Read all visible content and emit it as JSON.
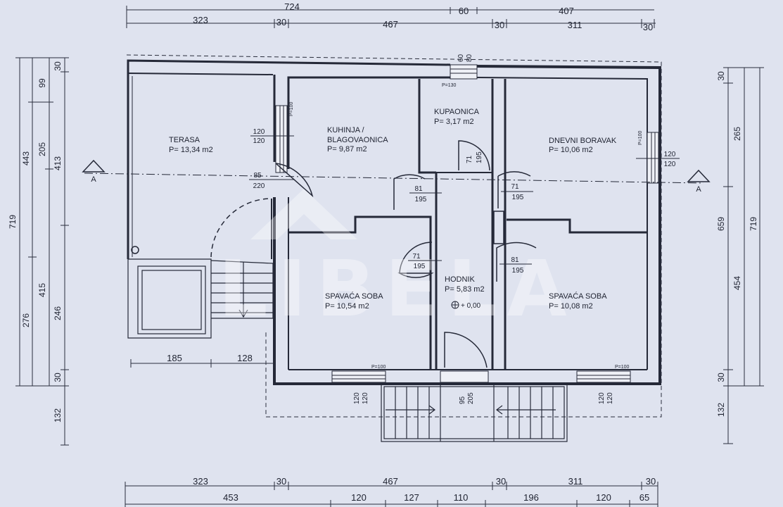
{
  "watermark": "LIBELA",
  "top_dims": {
    "r1": [
      "724",
      "60",
      "407"
    ],
    "r2": [
      "323",
      "30",
      "467",
      "30",
      "311",
      "30"
    ]
  },
  "bottom_dims": {
    "r1": [
      "323",
      "30",
      "467",
      "30",
      "311",
      "30"
    ],
    "r2": [
      "453",
      "120",
      "127",
      "110",
      "196",
      "120",
      "65"
    ]
  },
  "left_dims": {
    "c1": [
      "719",
      "132"
    ],
    "c2": [
      "443",
      "276"
    ],
    "c3": [
      "99",
      "205",
      "415"
    ],
    "c4": [
      "30",
      "413",
      "246",
      "30"
    ]
  },
  "right_dims": {
    "c1": [
      "30",
      "265",
      "454",
      "30",
      "132"
    ],
    "c2": [
      "659"
    ],
    "c3": [
      "719"
    ]
  },
  "rooms": {
    "terasa": {
      "name": "TERASA",
      "area": "P= 13,34 m2"
    },
    "kuhinja": {
      "name1": "KUHINJA /",
      "name2": "BLAGOVAONICA",
      "area": "P= 9,87 m2"
    },
    "kupaonica": {
      "name": "KUPAONICA",
      "area": "P= 3,17 m2"
    },
    "dnevni": {
      "name": "DNEVNI BORAVAK",
      "area": "P= 10,06 m2"
    },
    "spavaca_l": {
      "name": "SPAVAĆA SOBA",
      "area": "P= 10,54 m2"
    },
    "hodnik": {
      "name": "HODNIK",
      "area": "P= 5,83 m2",
      "level": "+ 0,00"
    },
    "spavaca_r": {
      "name": "SPAVAĆA SOBA",
      "area": "P= 10,08 m2"
    }
  },
  "openings": {
    "top_dim_a": "60",
    "top_dim_b": "80",
    "p130": "P=130",
    "kitchen_win": {
      "w": "120",
      "h": "120",
      "p": "P=100"
    },
    "terrace_door": {
      "w": "85",
      "h": "220"
    },
    "bath_door": {
      "w": "71",
      "h": "195"
    },
    "kitchen_door": {
      "w": "81",
      "h": "195"
    },
    "living_door": {
      "w": "71",
      "h": "195"
    },
    "living_win": {
      "w": "120",
      "h": "120",
      "p": "P=100"
    },
    "bed_l_door": {
      "w": "71",
      "h": "195"
    },
    "bed_r_door": {
      "w": "81",
      "h": "195"
    },
    "bot_win_l": {
      "w": "120",
      "h": "120",
      "p": "P=100"
    },
    "entrance": {
      "w": "95",
      "h": "205"
    },
    "bot_win_r": {
      "w": "120",
      "h": "120",
      "p": "P=100"
    }
  },
  "terrace_dims": [
    "185",
    "128"
  ],
  "section_mark": "A"
}
